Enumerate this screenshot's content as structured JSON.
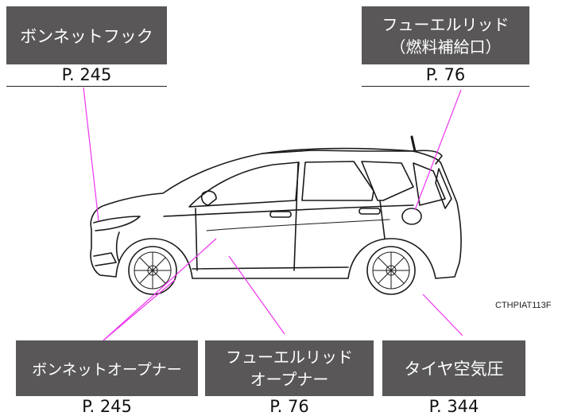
{
  "colors": {
    "label_bg": "#595757",
    "label_text": "#ffffff",
    "leader": "#ee33ee",
    "line": "#1a1a1a"
  },
  "callouts": {
    "hood_hook": {
      "label": "ボンネットフック",
      "page": "P. 245"
    },
    "fuel_lid": {
      "line1": "フューエルリッド",
      "line2": "（燃料補給口）",
      "page": "P. 76"
    },
    "hood_opener": {
      "label": "ボンネットオープナー",
      "page": "P. 245"
    },
    "fuel_lid_opener": {
      "line1": "フューエルリッド",
      "line2": "オープナー",
      "page": "P. 76"
    },
    "tire_pressure": {
      "label": "タイヤ空気圧",
      "page": "P. 344"
    }
  },
  "figure_code": "CTHPIAT113F"
}
